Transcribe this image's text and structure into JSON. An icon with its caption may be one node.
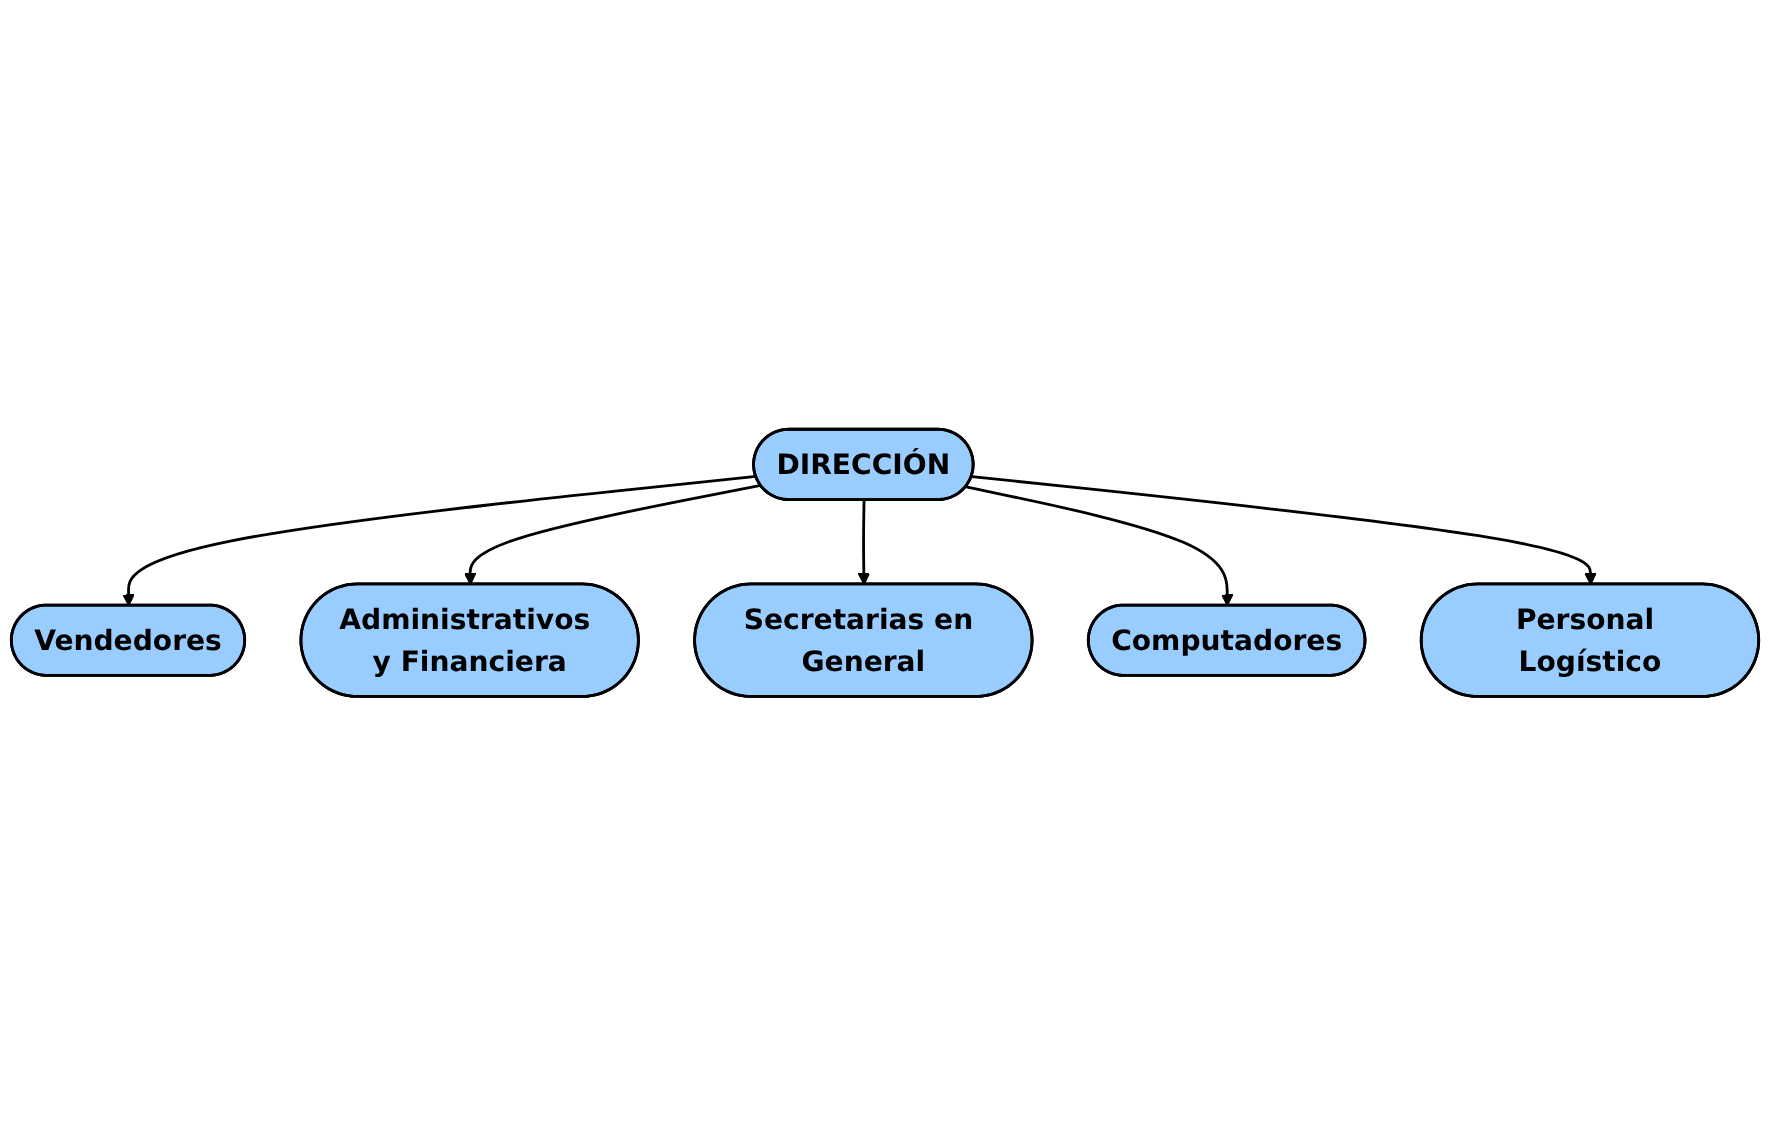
{
  "diagram": {
    "nodes": [
      {
        "text": [
          "Vendedores"
        ]
      },
      {
        "text": [
          "Administrativos y Financiera"
        ]
      },
      {
        "text": [
          "DIRECCIÓN"
        ]
      },
      {
        "text": [
          "Secretarias en General"
        ]
      },
      {
        "text": [
          "Computadores"
        ]
      },
      {
        "text": [
          "Personal Logístico"
        ]
      }
    ],
    "edges": [
      {
        "from": 2,
        "to": 0,
        "arrow": "to"
      },
      {
        "from": 2,
        "to": 1,
        "arrow": "to"
      },
      {
        "from": 2,
        "to": 3,
        "arrow": "to"
      },
      {
        "from": 2,
        "to": 4,
        "arrow": "to"
      },
      {
        "from": 2,
        "to": 5,
        "arrow": "to"
      }
    ]
  }
}
